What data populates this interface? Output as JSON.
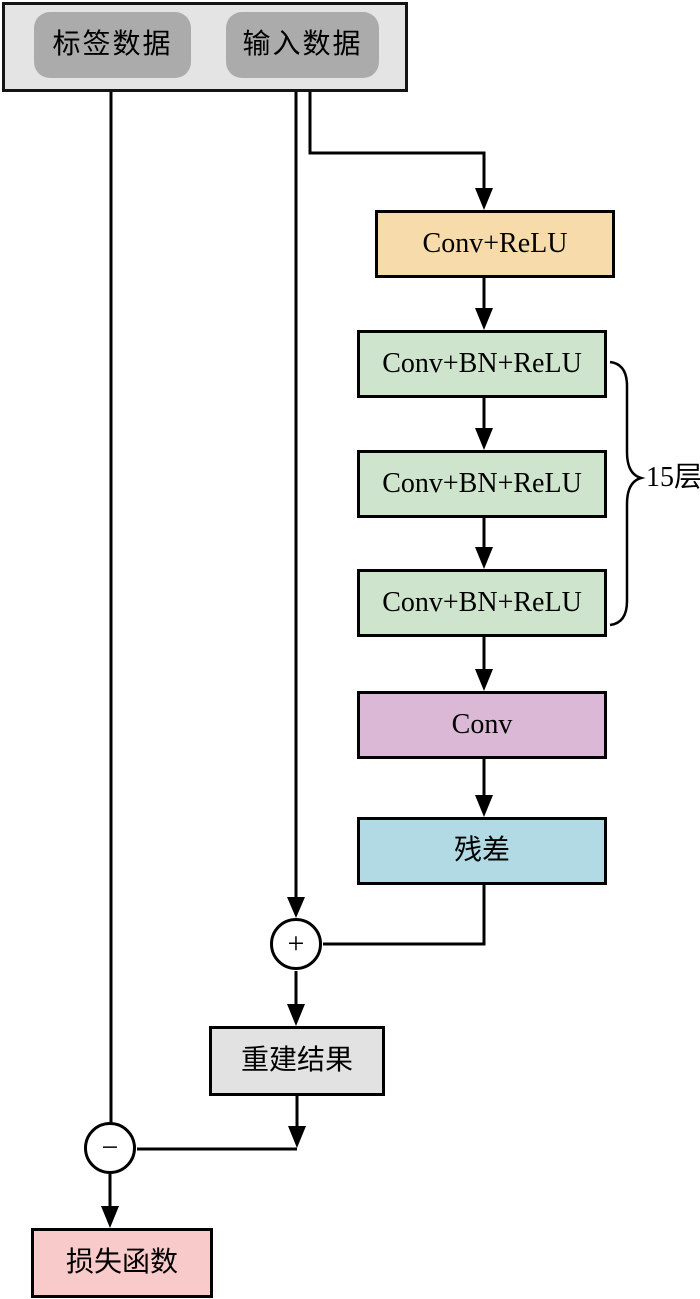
{
  "diagram": {
    "title": "residual-denoising-network-flow",
    "inputs": {
      "label_data": "标签数据",
      "input_data": "输入数据"
    },
    "layers": {
      "conv_relu": "Conv+ReLU",
      "conv_bn_relu": "Conv+BN+ReLU",
      "conv": "Conv",
      "residual": "残差"
    },
    "brace_label": "15层",
    "operators": {
      "plus": "+",
      "minus": "−"
    },
    "outputs": {
      "reconstruction": "重建结果",
      "loss": "损失函数"
    }
  },
  "colors": {
    "container_bg": "#e4e4e4",
    "data_pill_bg": "#ababab",
    "conv_relu_bg": "#f8dbaa",
    "conv_bn_relu_bg": "#cee4cc",
    "conv_bg": "#dab8d6",
    "residual_bg": "#b2dae4",
    "reconstruction_bg": "#e2e2e2",
    "loss_bg": "#f9caca",
    "line": "#000000"
  }
}
